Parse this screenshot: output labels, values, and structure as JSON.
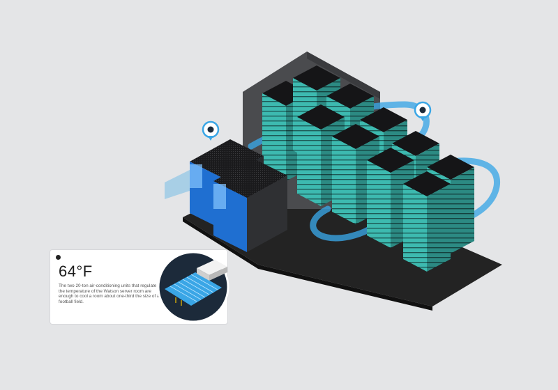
{
  "colors": {
    "background": "#e4e5e7",
    "floor": "#232323",
    "rack_teal": "#3dbab0",
    "rack_dark": "#1c1c1e",
    "ac_blue": "#1f6fd1",
    "airflow": "#3aa6e6",
    "card_bg": "#ffffff",
    "circle_bg": "#1c2a3a"
  },
  "markers": [
    {
      "name": "ac-unit-marker",
      "icon": "location-pin-icon"
    },
    {
      "name": "airflow-marker",
      "icon": "location-pin-icon"
    }
  ],
  "info_card": {
    "marker_icon": "dot-icon",
    "temperature": "64°F",
    "description": "The two 20-ton air-conditioning units that regulate the temperature of the Watson server room are enough to cool a room about one-third the size of a football field.",
    "illustration": "football-field-icon"
  }
}
